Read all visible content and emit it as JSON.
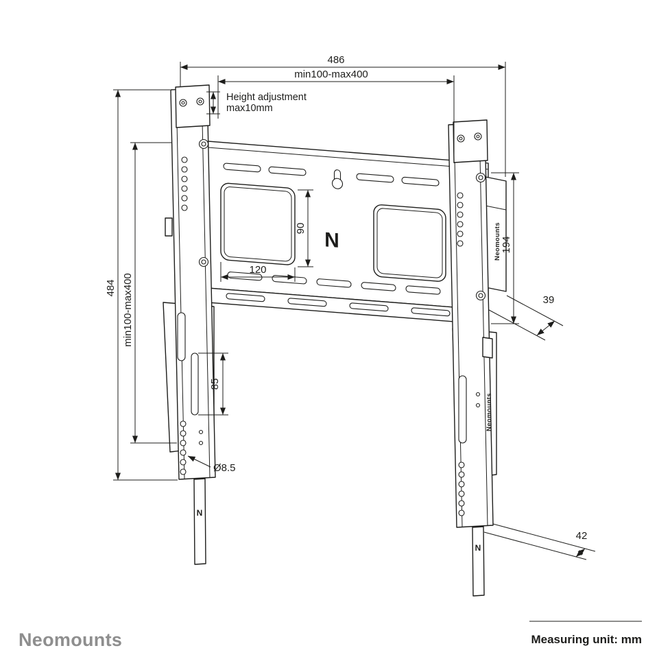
{
  "drawing": {
    "line_color": "#1d1d1b",
    "brand_gray": "#8e8e8e"
  },
  "dims": {
    "total_width": "486",
    "vesa_width": "min100-max400",
    "total_height": "484",
    "vesa_height": "min100-max400",
    "opening_width": "120",
    "opening_height": "90",
    "bracket_length": "194",
    "depth_upper": "39",
    "slot_length": "85",
    "hole_diameter": "Ø8.5",
    "depth_lower": "42"
  },
  "annotations": {
    "height_adjustment_line1": "Height adjustment",
    "height_adjustment_line2": "max10mm"
  },
  "branding": {
    "center_logo": "N",
    "strip_logo_left": "N",
    "strip_logo_right": "N",
    "rail_text_upper": "Neomounts",
    "rail_text_lower": "Neomounts"
  },
  "footer": {
    "brand": "Neomounts",
    "measuring_unit": "Measuring unit: mm"
  }
}
